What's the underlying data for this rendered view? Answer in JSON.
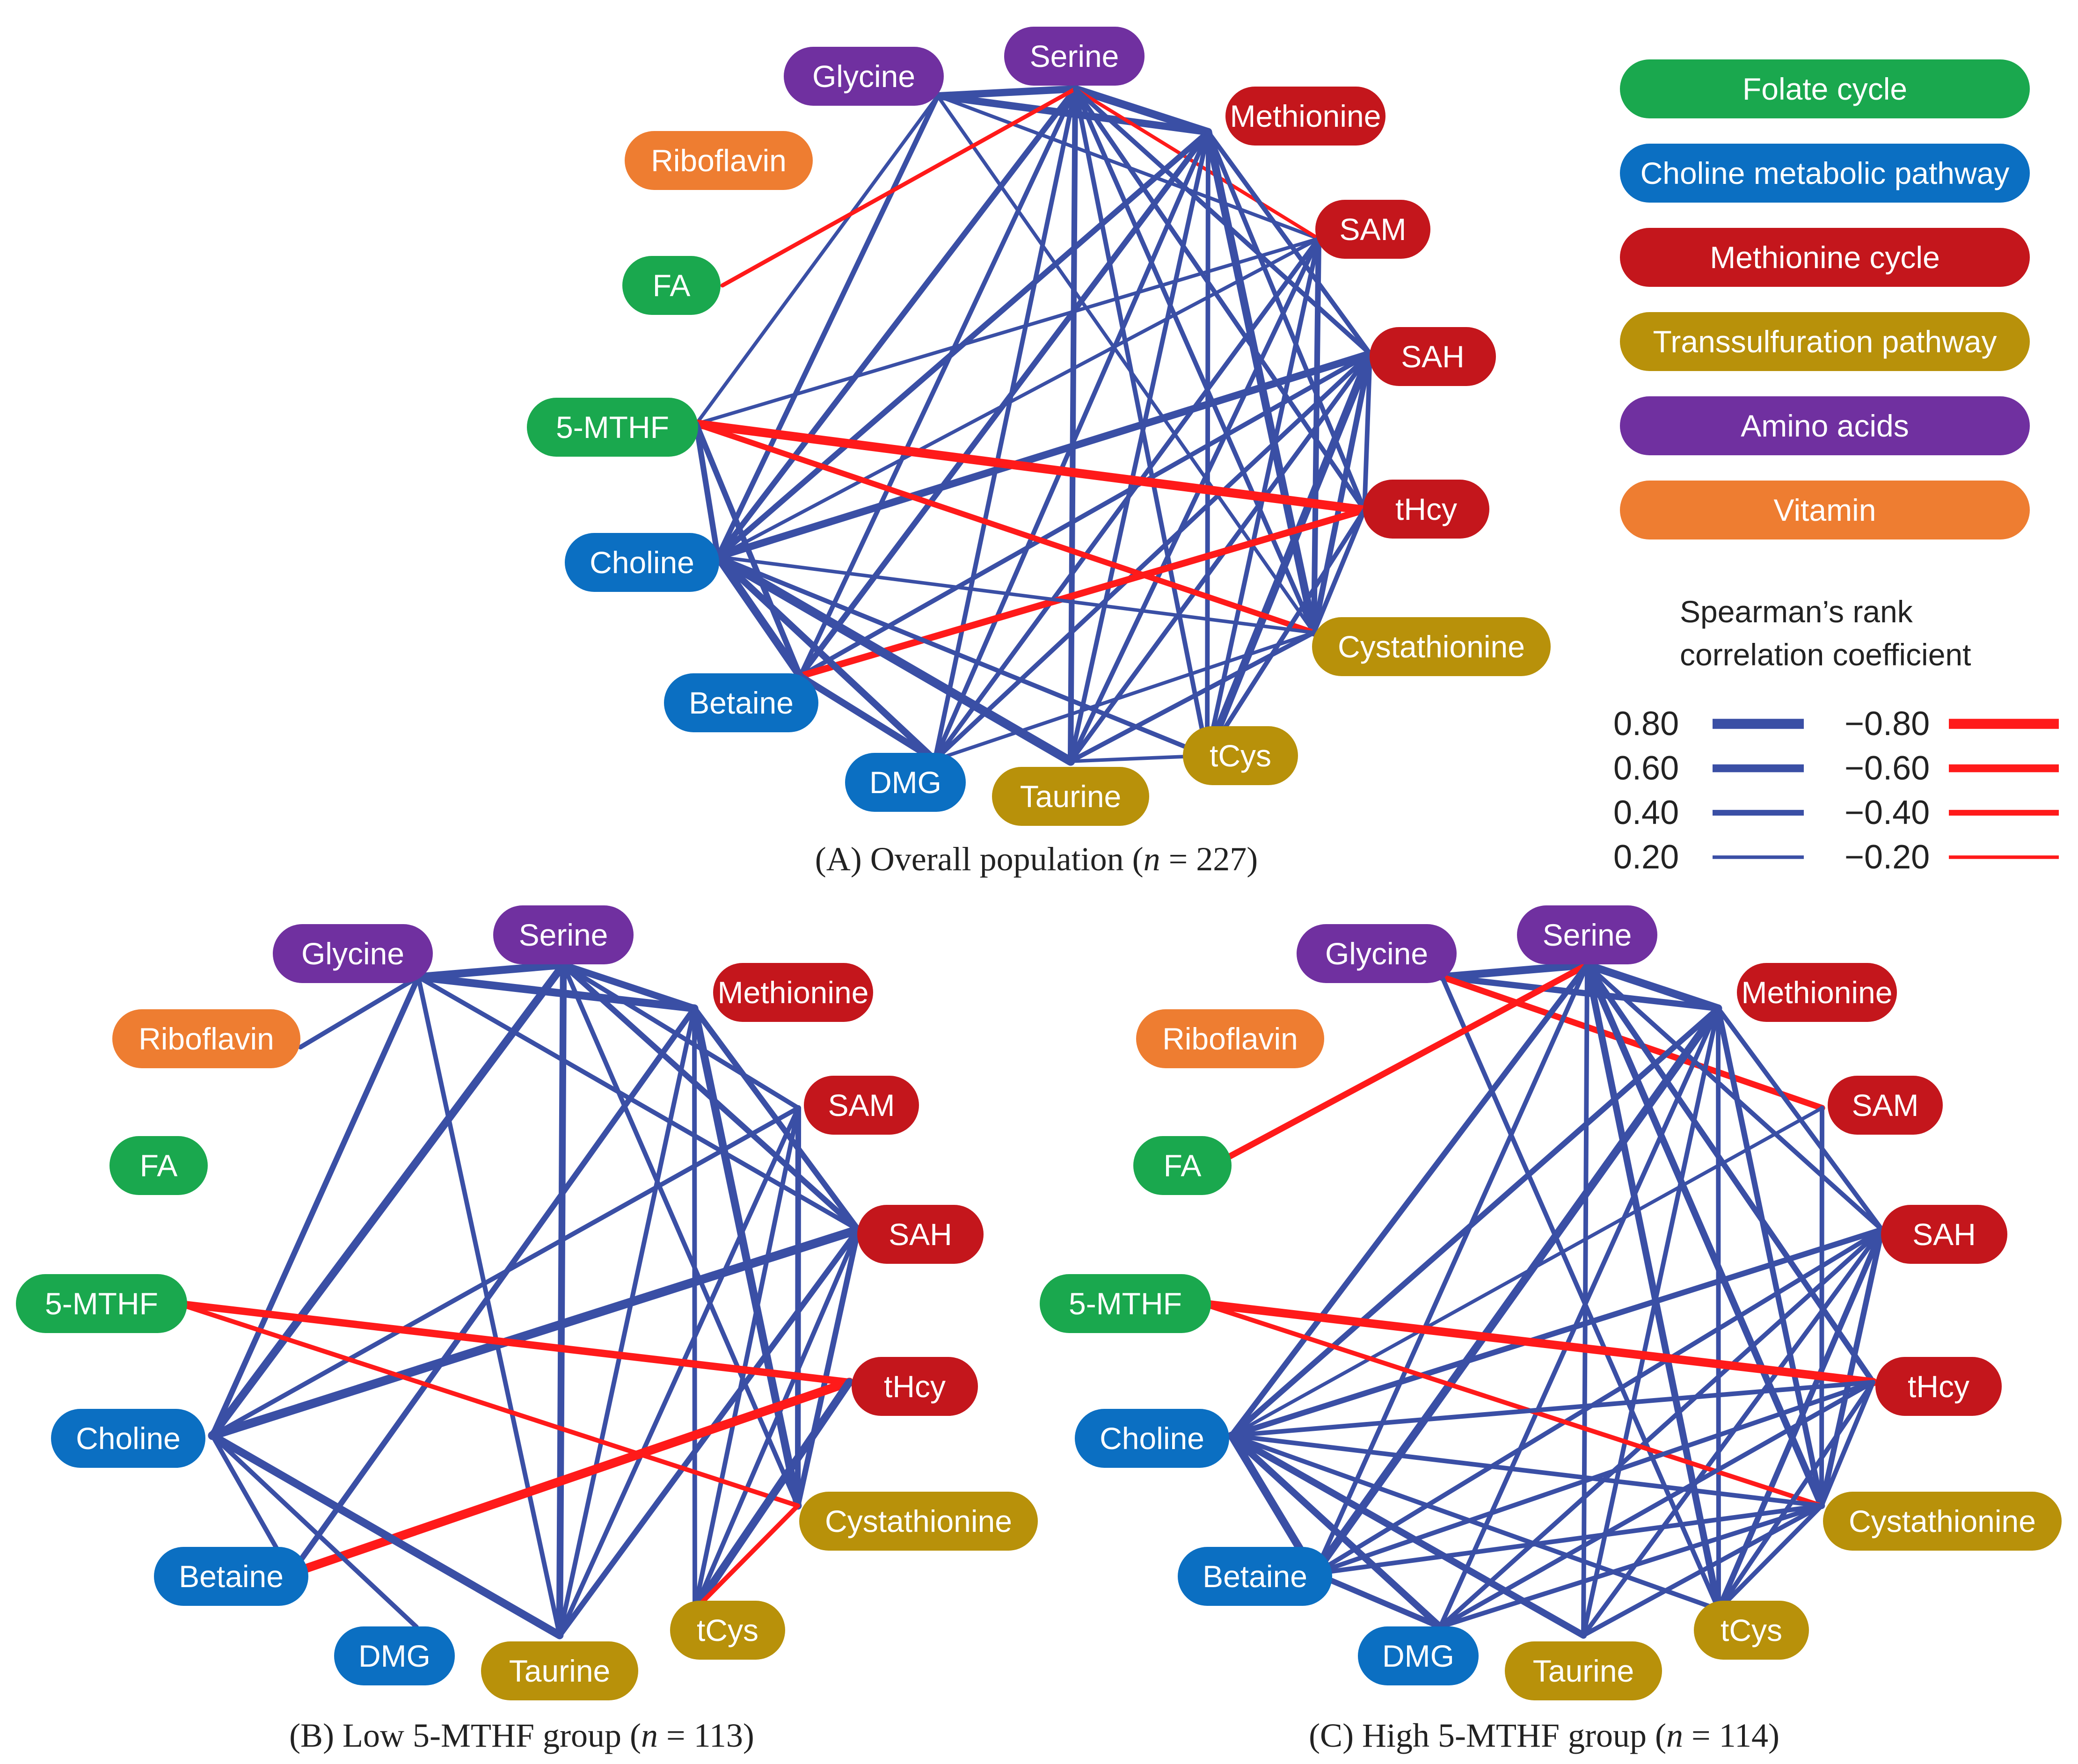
{
  "groups": [
    {
      "key": "folate",
      "label": "Folate cycle",
      "color": "#1aa84e"
    },
    {
      "key": "choline",
      "label": "Choline metabolic pathway",
      "color": "#0b6fc2"
    },
    {
      "key": "methionine",
      "label": "Methionine cycle",
      "color": "#c4161c"
    },
    {
      "key": "transsulfuration",
      "label": "Transsulfuration pathway",
      "color": "#b8910a"
    },
    {
      "key": "amino",
      "label": "Amino acids",
      "color": "#7030a0"
    },
    {
      "key": "vitamin",
      "label": "Vitamin",
      "color": "#ee7d31"
    }
  ],
  "nodes": [
    {
      "id": "Glycine",
      "label": "Glycine",
      "group": "amino"
    },
    {
      "id": "Serine",
      "label": "Serine",
      "group": "amino"
    },
    {
      "id": "Methionine",
      "label": "Methionine",
      "group": "methionine"
    },
    {
      "id": "Riboflavin",
      "label": "Riboflavin",
      "group": "vitamin"
    },
    {
      "id": "SAM",
      "label": "SAM",
      "group": "methionine"
    },
    {
      "id": "FA",
      "label": "FA",
      "group": "folate"
    },
    {
      "id": "SAH",
      "label": "SAH",
      "group": "methionine"
    },
    {
      "id": "5-MTHF",
      "label": "5-MTHF",
      "group": "folate"
    },
    {
      "id": "tHcy",
      "label": "tHcy",
      "group": "methionine"
    },
    {
      "id": "Choline",
      "label": "Choline",
      "group": "choline"
    },
    {
      "id": "Cystathionine",
      "label": "Cystathionine",
      "group": "transsulfuration"
    },
    {
      "id": "Betaine",
      "label": "Betaine",
      "group": "choline"
    },
    {
      "id": "tCys",
      "label": "tCys",
      "group": "transsulfuration"
    },
    {
      "id": "DMG",
      "label": "DMG",
      "group": "choline"
    },
    {
      "id": "Taurine",
      "label": "Taurine",
      "group": "transsulfuration"
    }
  ],
  "legend": {
    "title_lines": [
      "Spearman’s rank",
      "correlation coefficient"
    ],
    "positive": [
      0.8,
      0.6,
      0.4,
      0.2
    ],
    "negative": [
      -0.8,
      -0.6,
      -0.4,
      -0.2
    ],
    "positive_labels": [
      "0.80",
      "0.60",
      "0.40",
      "0.20"
    ],
    "negative_labels": [
      "−0.80",
      "−0.60",
      "−0.40",
      "−0.20"
    ],
    "positive_color": "#3a4fa5",
    "negative_color": "#ff1a1a"
  },
  "panels": [
    {
      "id": "A",
      "caption_prefix": "(A) Overall population (",
      "caption_n": "n",
      "caption_suffix": " = 227)",
      "edges": [
        [
          "Glycine",
          "Serine",
          0.55
        ],
        [
          "Glycine",
          "Methionine",
          0.55
        ],
        [
          "Glycine",
          "Choline",
          0.35
        ],
        [
          "Glycine",
          "SAM",
          0.2
        ],
        [
          "Glycine",
          "5-MTHF",
          0.2
        ],
        [
          "Glycine",
          "Cystathionine",
          0.2
        ],
        [
          "Serine",
          "Methionine",
          0.6
        ],
        [
          "Serine",
          "Choline",
          0.4
        ],
        [
          "Serine",
          "Betaine",
          0.3
        ],
        [
          "Serine",
          "DMG",
          0.3
        ],
        [
          "Serine",
          "Taurine",
          0.4
        ],
        [
          "Serine",
          "SAM",
          -0.2
        ],
        [
          "Serine",
          "FA",
          -0.25
        ],
        [
          "Serine",
          "tCys",
          0.3
        ],
        [
          "Serine",
          "Cystathionine",
          0.3
        ],
        [
          "Serine",
          "SAH",
          0.3
        ],
        [
          "Serine",
          "tHcy",
          0.3
        ],
        [
          "Methionine",
          "SAH",
          0.3
        ],
        [
          "Methionine",
          "tHcy",
          0.3
        ],
        [
          "Methionine",
          "Cystathionine",
          0.6
        ],
        [
          "Methionine",
          "Choline",
          0.4
        ],
        [
          "Methionine",
          "Betaine",
          0.4
        ],
        [
          "Methionine",
          "DMG",
          0.3
        ],
        [
          "Methionine",
          "Taurine",
          0.3
        ],
        [
          "Methionine",
          "tCys",
          0.3
        ],
        [
          "SAM",
          "Cystathionine",
          0.4
        ],
        [
          "SAM",
          "tCys",
          0.3
        ],
        [
          "SAM",
          "DMG",
          0.3
        ],
        [
          "SAM",
          "Choline",
          0.2
        ],
        [
          "SAM",
          "Taurine",
          0.3
        ],
        [
          "SAM",
          "5-MTHF",
          0.2
        ],
        [
          "SAH",
          "Choline",
          0.55
        ],
        [
          "SAH",
          "tHcy",
          0.3
        ],
        [
          "SAH",
          "Cystathionine",
          0.4
        ],
        [
          "SAH",
          "tCys",
          0.6
        ],
        [
          "SAH",
          "DMG",
          0.3
        ],
        [
          "SAH",
          "Taurine",
          0.3
        ],
        [
          "SAH",
          "Betaine",
          0.3
        ],
        [
          "5-MTHF",
          "tHcy",
          -0.7
        ],
        [
          "5-MTHF",
          "Cystathionine",
          -0.4
        ],
        [
          "5-MTHF",
          "Choline",
          0.4
        ],
        [
          "5-MTHF",
          "Betaine",
          0.4
        ],
        [
          "tHcy",
          "Betaine",
          -0.5
        ],
        [
          "tHcy",
          "Cystathionine",
          0.3
        ],
        [
          "tHcy",
          "tCys",
          0.3
        ],
        [
          "Choline",
          "Betaine",
          0.6
        ],
        [
          "Choline",
          "DMG",
          0.5
        ],
        [
          "Choline",
          "Taurine",
          0.7
        ],
        [
          "Choline",
          "Cystathionine",
          0.2
        ],
        [
          "Choline",
          "tCys",
          0.3
        ],
        [
          "Betaine",
          "DMG",
          0.5
        ],
        [
          "Cystathionine",
          "DMG",
          0.2
        ],
        [
          "Cystathionine",
          "Taurine",
          0.3
        ],
        [
          "tCys",
          "Taurine",
          0.2
        ]
      ]
    },
    {
      "id": "B",
      "caption_prefix": "(B) Low 5-MTHF group (",
      "caption_n": "n",
      "caption_suffix": " = 113)",
      "edges": [
        [
          "Glycine",
          "Serine",
          0.6
        ],
        [
          "Glycine",
          "Methionine",
          0.6
        ],
        [
          "Glycine",
          "Riboflavin",
          0.3
        ],
        [
          "Glycine",
          "Taurine",
          0.3
        ],
        [
          "Glycine",
          "SAH",
          0.3
        ],
        [
          "Glycine",
          "Choline",
          0.4
        ],
        [
          "Serine",
          "Methionine",
          0.5
        ],
        [
          "Serine",
          "Choline",
          0.6
        ],
        [
          "Serine",
          "Taurine",
          0.5
        ],
        [
          "Serine",
          "SAH",
          0.4
        ],
        [
          "Serine",
          "SAM",
          0.3
        ],
        [
          "Serine",
          "Cystathionine",
          0.3
        ],
        [
          "Methionine",
          "SAH",
          0.4
        ],
        [
          "Methionine",
          "Cystathionine",
          0.6
        ],
        [
          "Methionine",
          "Betaine",
          0.4
        ],
        [
          "Methionine",
          "Taurine",
          0.3
        ],
        [
          "Methionine",
          "tCys",
          0.3
        ],
        [
          "SAM",
          "Choline",
          0.3
        ],
        [
          "SAM",
          "Cystathionine",
          0.4
        ],
        [
          "SAM",
          "tCys",
          0.3
        ],
        [
          "SAM",
          "Taurine",
          0.3
        ],
        [
          "SAH",
          "Choline",
          0.7
        ],
        [
          "SAH",
          "Cystathionine",
          0.4
        ],
        [
          "SAH",
          "Taurine",
          0.4
        ],
        [
          "SAH",
          "tCys",
          0.3
        ],
        [
          "5-MTHF",
          "tHcy",
          -0.55
        ],
        [
          "5-MTHF",
          "Cystathionine",
          -0.3
        ],
        [
          "tHcy",
          "Betaine",
          -0.7
        ],
        [
          "tHcy",
          "tCys",
          0.6
        ],
        [
          "Choline",
          "DMG",
          0.3
        ],
        [
          "Choline",
          "Taurine",
          0.6
        ],
        [
          "Choline",
          "Betaine",
          0.3
        ],
        [
          "Cystathionine",
          "tCys",
          -0.3
        ]
      ]
    },
    {
      "id": "C",
      "caption_prefix": "(C) High 5-MTHF group (",
      "caption_n": "n",
      "caption_suffix": " = 114)",
      "edges": [
        [
          "Glycine",
          "Serine",
          0.6
        ],
        [
          "Glycine",
          "Methionine",
          0.45
        ],
        [
          "Glycine",
          "SAM",
          -0.45
        ],
        [
          "Glycine",
          "tCys",
          0.3
        ],
        [
          "Serine",
          "Methionine",
          0.6
        ],
        [
          "Serine",
          "FA",
          -0.45
        ],
        [
          "Serine",
          "Choline",
          0.4
        ],
        [
          "Serine",
          "Betaine",
          0.3
        ],
        [
          "Serine",
          "Taurine",
          0.3
        ],
        [
          "Serine",
          "tCys",
          0.5
        ],
        [
          "Serine",
          "Cystathionine",
          0.5
        ],
        [
          "Serine",
          "tHcy",
          0.4
        ],
        [
          "Serine",
          "SAH",
          0.3
        ],
        [
          "Methionine",
          "SAH",
          0.3
        ],
        [
          "Methionine",
          "Cystathionine",
          0.4
        ],
        [
          "Methionine",
          "Betaine",
          0.6
        ],
        [
          "Methionine",
          "Choline",
          0.4
        ],
        [
          "Methionine",
          "DMG",
          0.3
        ],
        [
          "Methionine",
          "Taurine",
          0.3
        ],
        [
          "Methionine",
          "tCys",
          0.3
        ],
        [
          "SAM",
          "Cystathionine",
          0.3
        ],
        [
          "SAM",
          "Choline",
          0.2
        ],
        [
          "SAH",
          "Choline",
          0.4
        ],
        [
          "SAH",
          "Cystathionine",
          0.4
        ],
        [
          "SAH",
          "tCys",
          0.4
        ],
        [
          "SAH",
          "Betaine",
          0.3
        ],
        [
          "SAH",
          "DMG",
          0.3
        ],
        [
          "SAH",
          "Taurine",
          0.3
        ],
        [
          "5-MTHF",
          "tHcy",
          -0.65
        ],
        [
          "5-MTHF",
          "Cystathionine",
          -0.3
        ],
        [
          "tHcy",
          "Cystathionine",
          0.3
        ],
        [
          "tHcy",
          "Betaine",
          0.3
        ],
        [
          "tHcy",
          "DMG",
          0.3
        ],
        [
          "tHcy",
          "tCys",
          0.3
        ],
        [
          "Choline",
          "Betaine",
          0.6
        ],
        [
          "Choline",
          "DMG",
          0.5
        ],
        [
          "Choline",
          "Taurine",
          0.5
        ],
        [
          "Choline",
          "Cystathionine",
          0.3
        ],
        [
          "Choline",
          "tCys",
          0.3
        ],
        [
          "Choline",
          "tHcy",
          0.3
        ],
        [
          "Betaine",
          "DMG",
          0.4
        ],
        [
          "Betaine",
          "Cystathionine",
          0.3
        ],
        [
          "Cystathionine",
          "DMG",
          0.3
        ],
        [
          "Cystathionine",
          "Taurine",
          0.3
        ],
        [
          "Cystathionine",
          "tCys",
          0.3
        ]
      ]
    }
  ]
}
